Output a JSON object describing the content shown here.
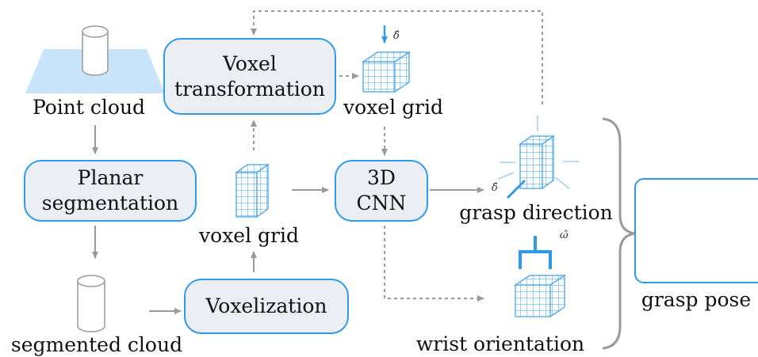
{
  "nodes": {
    "voxel_transformation": [
      "Voxel",
      "transformation"
    ],
    "planar_segmentation": [
      "Planar",
      "segmentation"
    ],
    "cnn_3d": [
      "3D",
      "CNN"
    ],
    "voxelization": [
      "Voxelization"
    ]
  },
  "labels": {
    "point_cloud": "Point cloud",
    "segmented_cloud": "segmented cloud",
    "voxel_grid_top": "voxel grid",
    "voxel_grid_mid": "voxel grid",
    "grasp_direction": "grasp direction",
    "wrist_orientation": "wrist orientation",
    "grasp_pose": "grasp pose"
  },
  "symbols": {
    "delta_hat_top": "δ̂",
    "delta_hat_dir": "δ̂",
    "omega_hat": "ω̂"
  },
  "colors": {
    "accent": "#2f9be8",
    "node_fill": "#ebeff4",
    "arrow": "#9a9a9a",
    "plane": "#c9e4fb"
  }
}
